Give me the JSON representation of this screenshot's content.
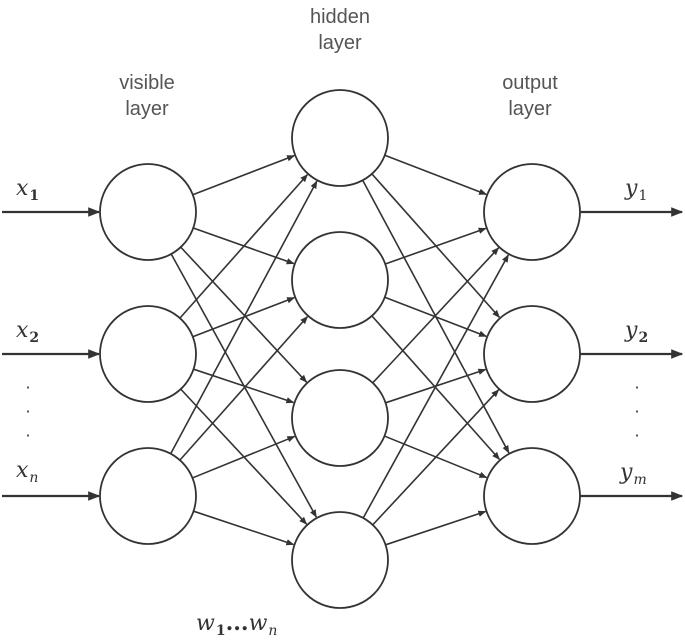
{
  "layers": {
    "visible": {
      "label_line1": "visible",
      "label_line2": "layer",
      "node_count": 3
    },
    "hidden": {
      "label_line1": "hidden",
      "label_line2": "layer",
      "node_count": 4
    },
    "output": {
      "label_line1": "output",
      "label_line2": "layer",
      "node_count": 3
    }
  },
  "inputs": {
    "x1": {
      "base": "x",
      "sub": "1"
    },
    "x2": {
      "base": "x",
      "sub": "2"
    },
    "xn": {
      "base": "x",
      "sub": "n"
    }
  },
  "outputs": {
    "y1": {
      "base": "y",
      "sub": "1"
    },
    "y2": {
      "base": "y",
      "sub": "2"
    },
    "ym": {
      "base": "y",
      "sub": "m"
    }
  },
  "weights": {
    "w_start": "w",
    "sub_start": "1",
    "ellipsis": "...",
    "w_end": "w",
    "sub_end": "n"
  },
  "ellipsis_dot": "·",
  "colors": {
    "stroke": "#333333",
    "label": "#555555",
    "background": "#ffffff"
  }
}
